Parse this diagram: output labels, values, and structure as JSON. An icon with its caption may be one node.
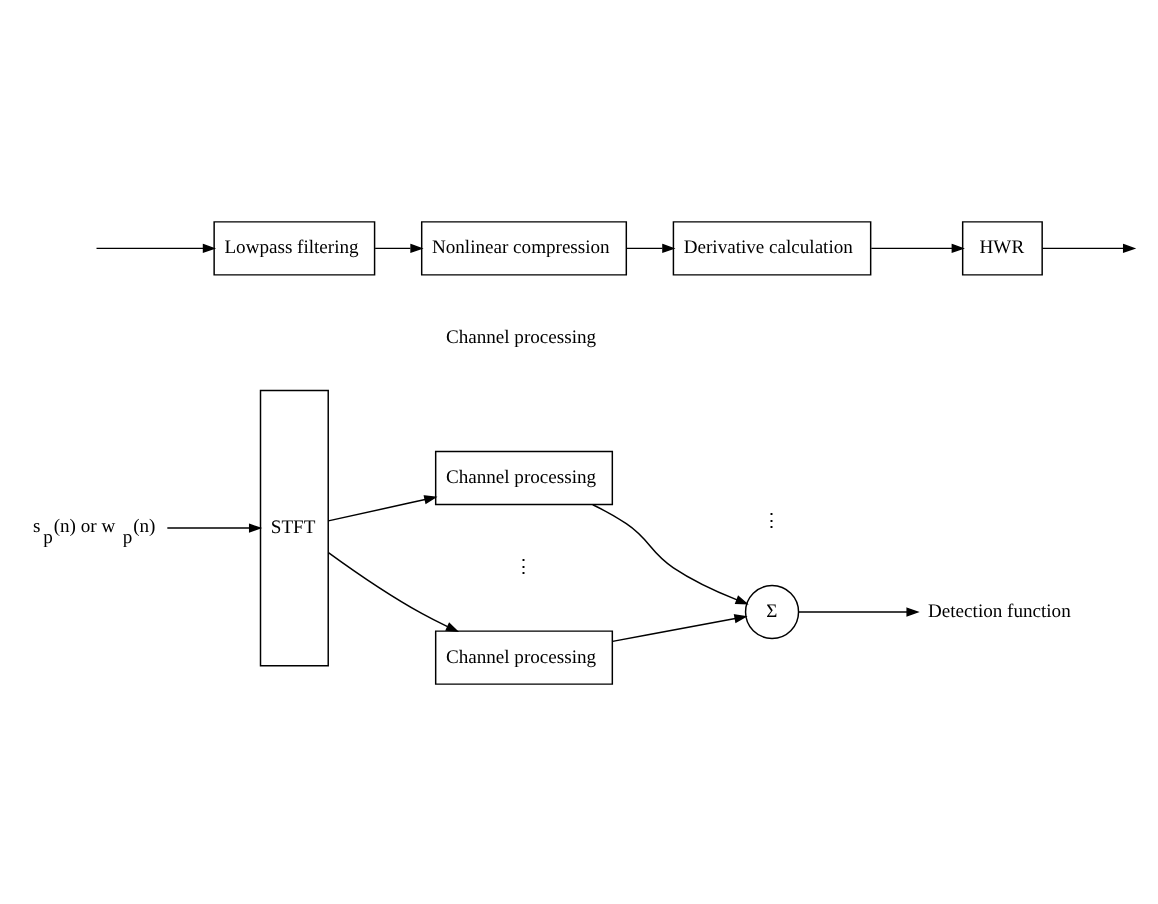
{
  "diagram": {
    "nodes": [
      {
        "text": [
          "s$_{p}$(n) or w$_{p}$(n)"
        ]
      },
      {
        "text": [
          "STFT"
        ]
      },
      {
        "text": [
          "Channel processing"
        ]
      },
      {
        "text": [
          "Channel processing"
        ]
      },
      {
        "text": [
          "Σ"
        ]
      },
      {
        "text": [
          "Detection function"
        ]
      },
      {
        "text": [
          "Lowpass filtering"
        ]
      },
      {
        "text": [
          "Nonlinear compression"
        ]
      },
      {
        "text": [
          "Derivative calculation"
        ]
      },
      {
        "text": [
          "HWR"
        ]
      }
    ],
    "edges": [
      {
        "from": 0,
        "to": 1,
        "arrow": "to"
      },
      {
        "from": 1,
        "to": 2,
        "arrow": "to"
      },
      {
        "from": 1,
        "to": 3,
        "arrow": "to"
      },
      {
        "from": 2,
        "to": 4,
        "arrow": "to"
      },
      {
        "from": 3,
        "to": 4,
        "arrow": "to"
      },
      {
        "from": 4,
        "to": 5,
        "arrow": "to"
      },
      {
        "from": null,
        "to": 6,
        "arrow": "to"
      },
      {
        "from": 6,
        "to": 7,
        "arrow": "to"
      },
      {
        "from": 7,
        "to": 8,
        "arrow": "to"
      },
      {
        "from": 8,
        "to": 9,
        "arrow": "to"
      },
      {
        "from": 9,
        "to": null,
        "arrow": "to"
      }
    ],
    "labels": [
      "⋮",
      "⋮",
      "Channel processing"
    ]
  }
}
